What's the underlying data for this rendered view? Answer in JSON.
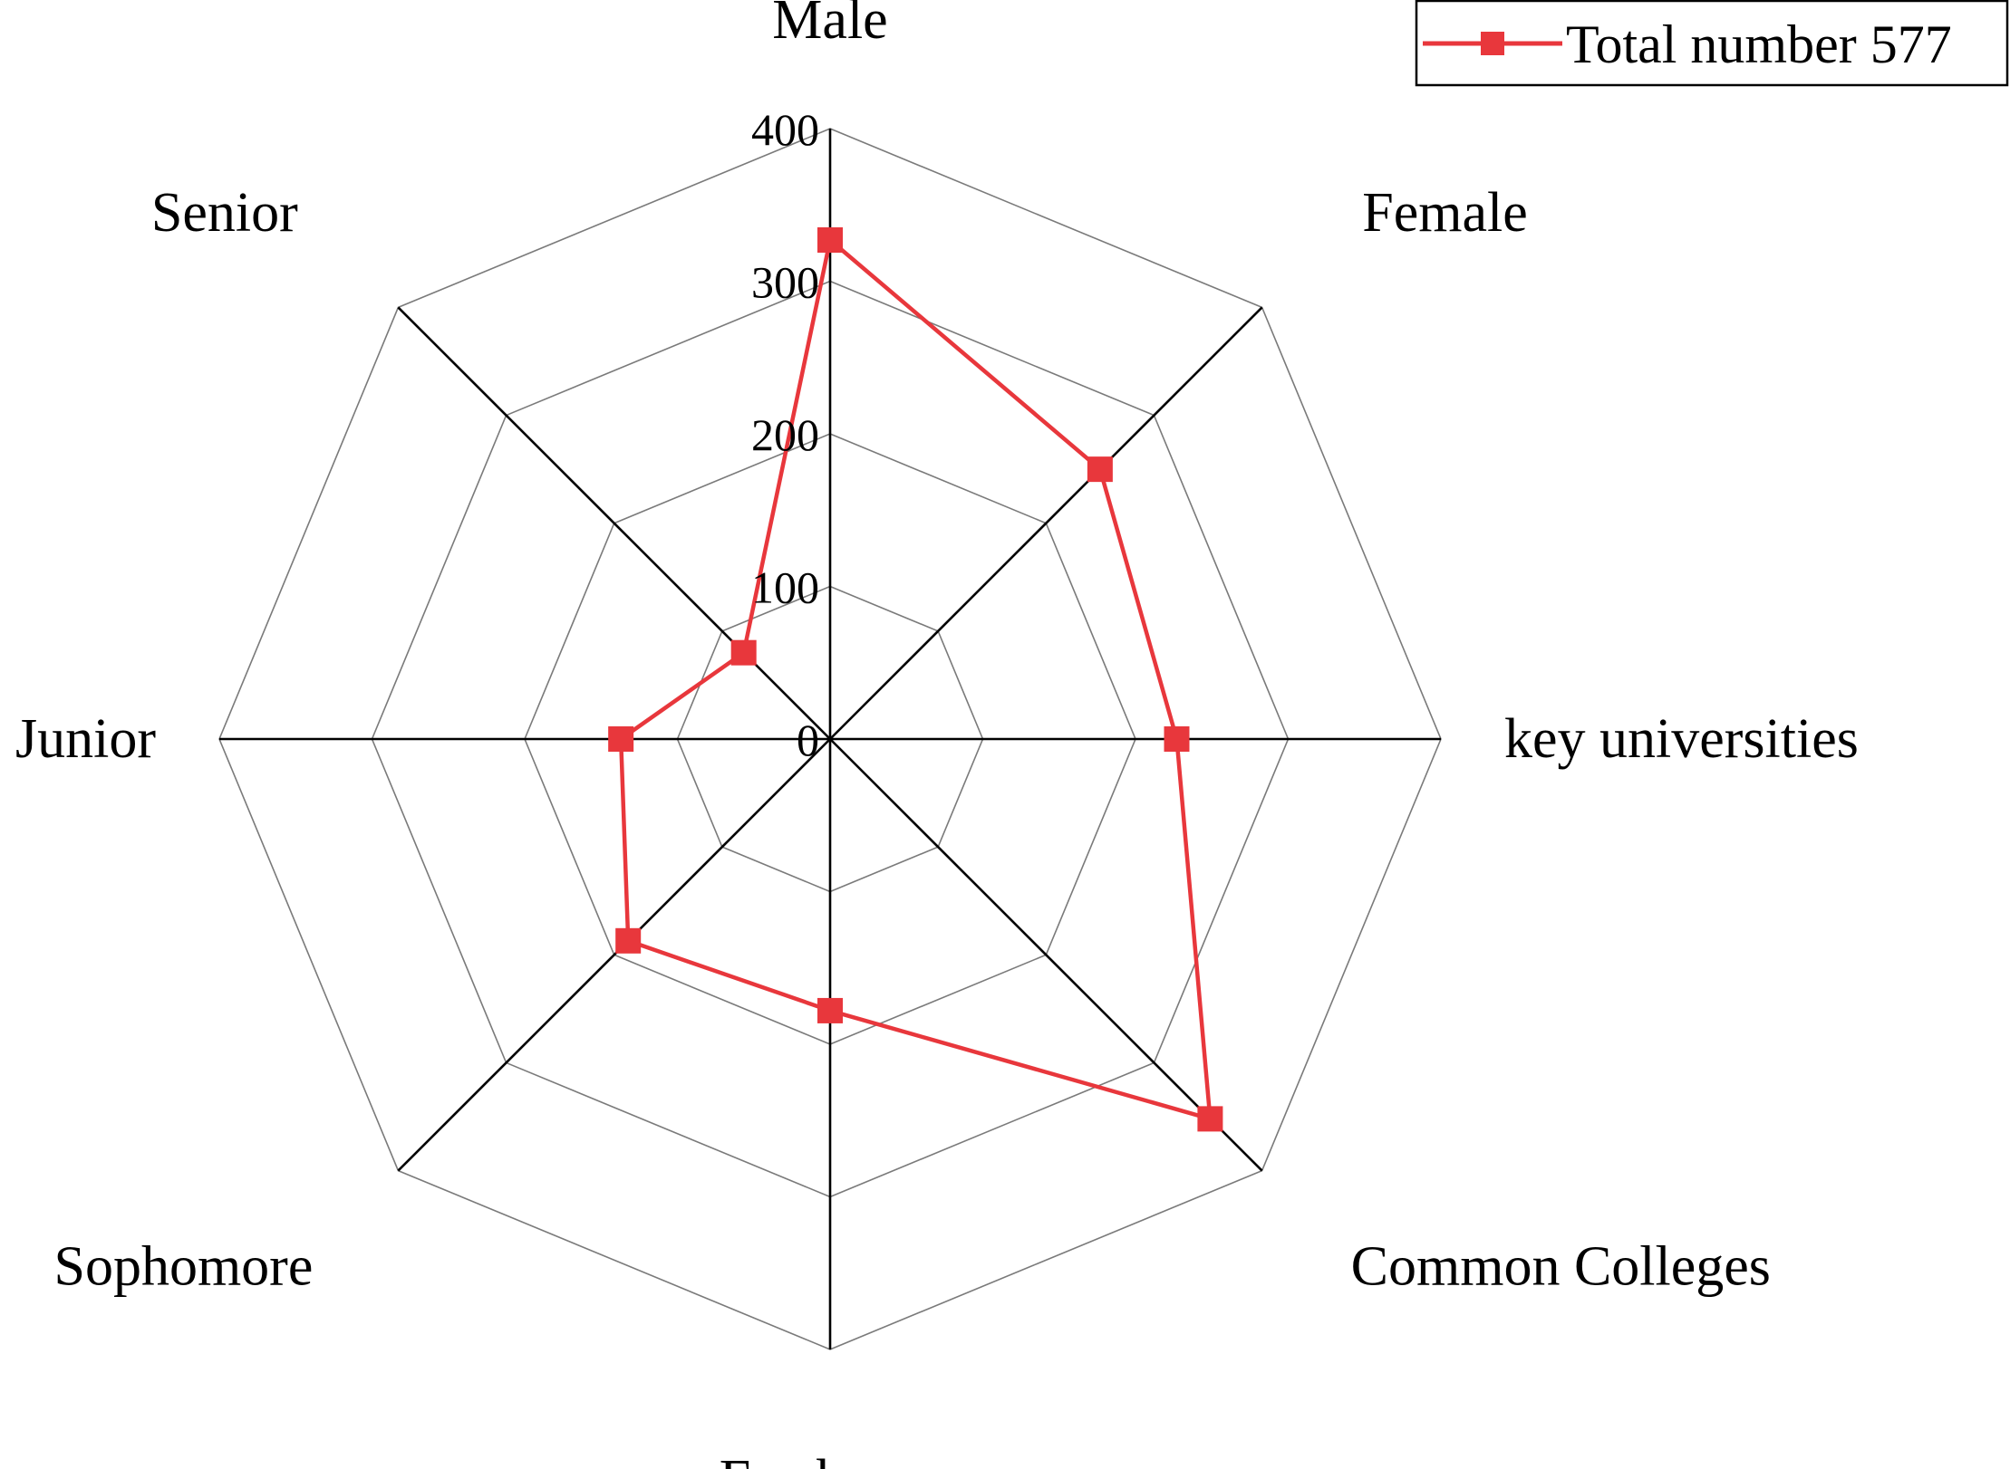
{
  "chart_data": {
    "type": "radar",
    "categories": [
      "Male",
      "Female",
      "key universities",
      "Common Colleges",
      "Freshman",
      "Sophomore",
      "Junior",
      "Senior"
    ],
    "series": [
      {
        "name": "Total number 577",
        "values": [
          327,
          250,
          227,
          352,
          178,
          187,
          137,
          80
        ],
        "color": "#e8373c"
      }
    ],
    "rlim": [
      0,
      400
    ],
    "ticks": [
      0,
      100,
      200,
      300,
      400
    ],
    "tick_labels": [
      "0",
      "100",
      "200",
      "300",
      "400"
    ],
    "grid": true,
    "legend_position": "top-right"
  }
}
